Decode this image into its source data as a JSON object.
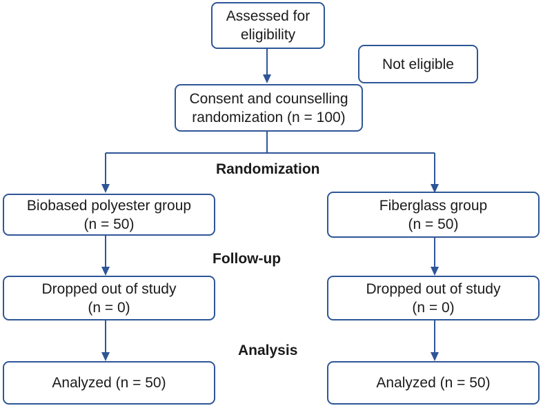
{
  "assessed": {
    "line1": "Assessed for",
    "line2": "eligibility"
  },
  "not_eligible": {
    "label": "Not eligible"
  },
  "consent": {
    "line1": "Consent and counselling",
    "line2": "randomization (n = 100)"
  },
  "stages": {
    "randomization": "Randomization",
    "followup": "Follow-up",
    "analysis": "Analysis"
  },
  "left": {
    "group": {
      "line1": "Biobased polyester group",
      "line2": "(n = 50)"
    },
    "dropped": {
      "line1": "Dropped out of study",
      "line2": "(n = 0)"
    },
    "analyzed": {
      "line1": "Analyzed (n = 50)"
    }
  },
  "right": {
    "group": {
      "line1": "Fiberglass  group",
      "line2": "(n = 50)"
    },
    "dropped": {
      "line1": "Dropped out of study",
      "line2": "(n = 0)"
    },
    "analyzed": {
      "line1": "Analyzed (n = 50)"
    }
  }
}
